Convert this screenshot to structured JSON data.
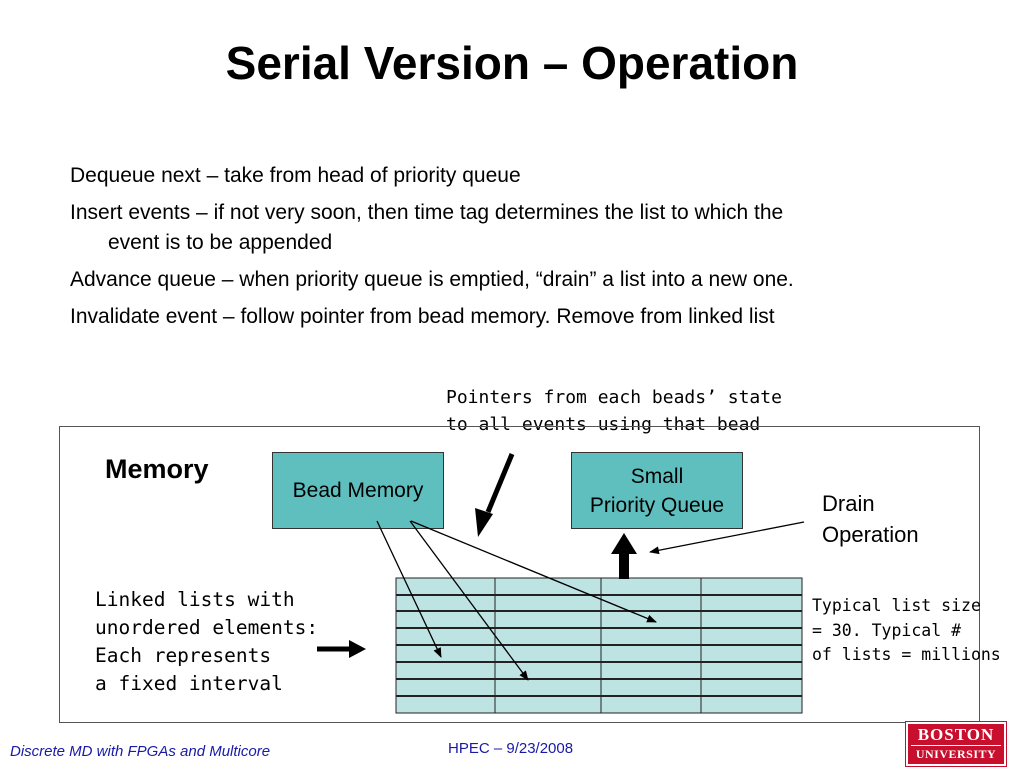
{
  "slide": {
    "title": "Serial Version – Operation"
  },
  "bullets": [
    {
      "text": "Dequeue next – take from head of priority queue"
    },
    {
      "text": "Insert events – if not very soon, then time tag determines the list to which the",
      "cont": "event is to be appended"
    },
    {
      "text": "Advance queue – when priority queue is emptied, “drain” a list into a new one."
    },
    {
      "text": "Invalidate event – follow pointer from bead memory.  Remove from linked list"
    }
  ],
  "diagram": {
    "pointer_note": [
      "Pointers from each beads’ state",
      "to all events using that bead"
    ],
    "memory_label": "Memory",
    "bead_memory": "Bead Memory",
    "priority_queue": [
      "Small",
      "Priority Queue"
    ],
    "drain_label": [
      "Drain",
      "Operation"
    ],
    "linked_lists_note": [
      "Linked lists with",
      "unordered elements:",
      "Each represents",
      "a fixed interval"
    ],
    "typical_note": [
      "Typical list size",
      "= 30.  Typical #",
      "of lists = millions"
    ],
    "colors": {
      "box_fill": "#5fbfbf",
      "grid_fill": "#bde3e3"
    }
  },
  "footer": {
    "left": "Discrete MD with FPGAs and Multicore",
    "center": "HPEC  –  9/23/2008",
    "logo_line1": "BOSTON",
    "logo_line2": "UNIVERSITY"
  }
}
